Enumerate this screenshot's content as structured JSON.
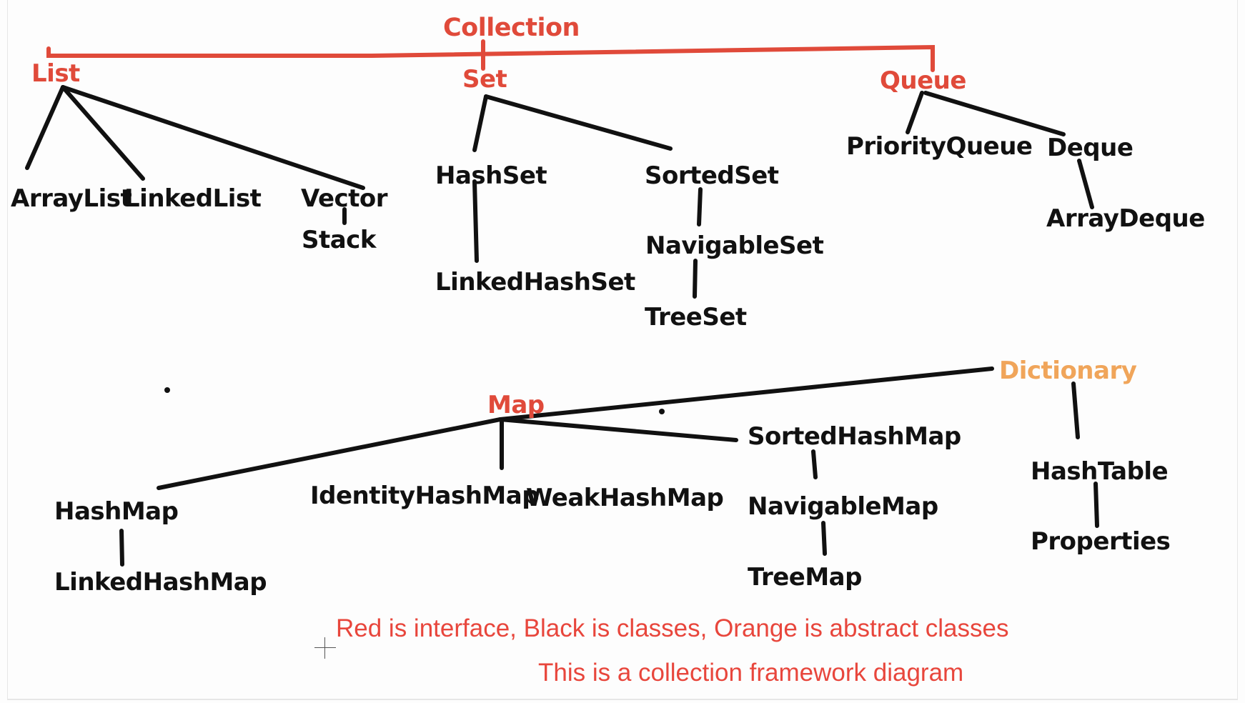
{
  "colors": {
    "interface": "#e04a3a",
    "class": "#111111",
    "abstract": "#f0a55a",
    "note": "#e8463c"
  },
  "nodes": {
    "collection": "Collection",
    "list": "List",
    "set": "Set",
    "queue": "Queue",
    "arraylist": "ArrayList",
    "linkedlist": "LinkedList",
    "vector": "Vector",
    "stack": "Stack",
    "hashset": "HashSet",
    "linkedhashset": "LinkedHashSet",
    "sortedset": "SortedSet",
    "navigableset": "NavigableSet",
    "treeset": "TreeSet",
    "priorityqueue": "PriorityQueue",
    "deque": "Deque",
    "arraydeque": "ArrayDeque",
    "map": "Map",
    "dictionary": "Dictionary",
    "hashmap": "HashMap",
    "linkedhashmap": "LinkedHashMap",
    "identityhashmap": "IdentityHashMap",
    "weakhashmap": "WeakHashMap",
    "sortedhashmap": "SortedHashMap",
    "navigablemap": "NavigableMap",
    "treemap": "TreeMap",
    "hashtable": "HashTable",
    "properties": "Properties"
  },
  "legend": {
    "line1": "Red is interface, Black is classes, Orange is abstract classes",
    "line2": "This is a collection framework diagram"
  }
}
